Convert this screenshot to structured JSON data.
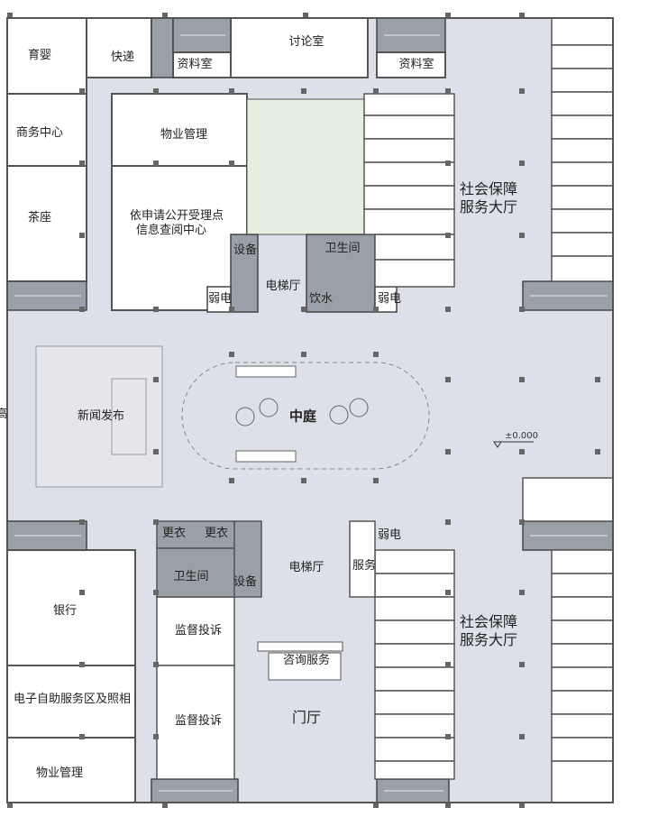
{
  "rooms": {
    "nursery": "育婴",
    "express": "快递",
    "archive_left": "资料室",
    "discussion": "讨论室",
    "archive_right": "资料室",
    "business_center": "商务中心",
    "property_top": "物业管理",
    "tea": "茶座",
    "info_center_line1": "依申请公开受理点",
    "info_center_line2": "信息查阅中心",
    "equipment_top": "设备",
    "toilet_top": "卫生间",
    "elevator_hall_top": "电梯厅",
    "weak_elec_left": "弱电",
    "water": "饮水",
    "weak_elec_right": "弱电",
    "social_hall_top_line1": "社会保障",
    "social_hall_top_line2": "服务大厅",
    "press": "新闻发布",
    "atrium": "中庭",
    "level_mark": "±0.000",
    "changing_left": "更衣",
    "changing_right": "更衣",
    "weak_elec_bottom": "弱电",
    "toilet_bottom": "卫生间",
    "equipment_bottom": "设备",
    "elevator_hall_bottom": "电梯厅",
    "service": "服务",
    "bank": "银行",
    "supervision_1": "监督投诉",
    "social_hall_bottom_line1": "社会保障",
    "social_hall_bottom_line2": "服务大厅",
    "consult": "咨询服务",
    "self_service": "电子自助服务区及照相",
    "supervision_2": "监督投诉",
    "lobby": "门厅",
    "property_bottom": "物业管理",
    "edge_partial": "高"
  },
  "colors": {
    "corridor": "#dde0e8",
    "wall": "#555555",
    "room": "#ffffff",
    "courtyard": "#e6f0e2",
    "core": "#9aa0a8",
    "column": "#666666"
  }
}
